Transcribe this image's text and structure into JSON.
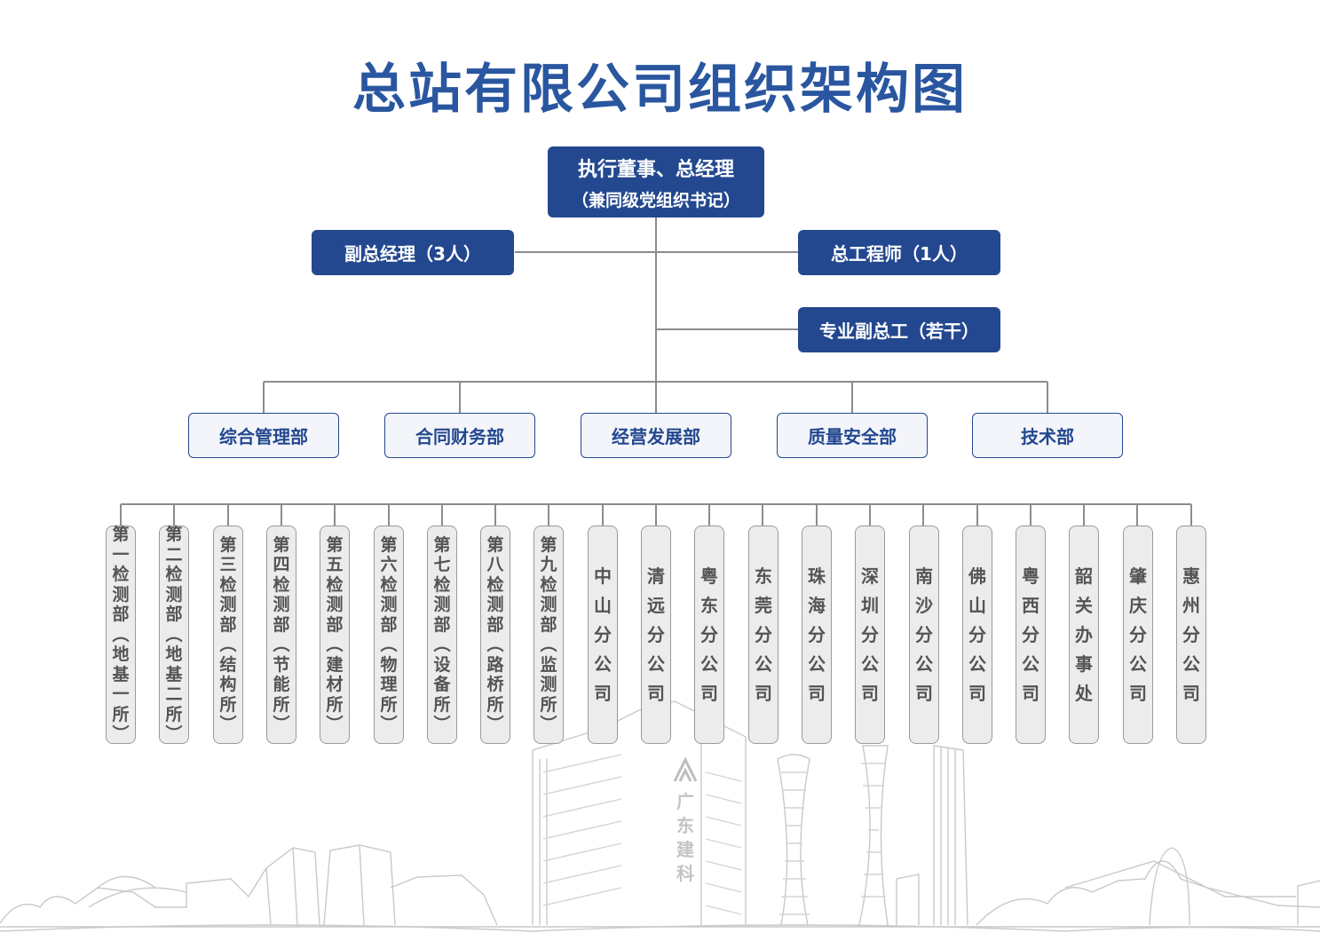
{
  "title": "总站有限公司组织架构图",
  "top": {
    "line1": "执行董事、总经理",
    "line2": "（兼同级党组织书记）"
  },
  "deputy_gm": "副总经理（3人）",
  "chief_engineer": "总工程师（1人）",
  "deputy_chief_engineers": "专业副总工（若干）",
  "departments": [
    "综合管理部",
    "合同财务部",
    "经营发展部",
    "质量安全部",
    "技术部"
  ],
  "units": [
    "第一检测部（地基一所）",
    "第二检测部（地基二所）",
    "第三检测部（结构所）",
    "第四检测部（节能所）",
    "第五检测部（建材所）",
    "第六检测部（物理所）",
    "第七检测部（设备所）",
    "第八检测部（路桥所）",
    "第九检测部（监测所）",
    "中山分公司",
    "清远分公司",
    "粤东分公司",
    "东莞分公司",
    "珠海分公司",
    "深圳分公司",
    "南沙分公司",
    "佛山分公司",
    "粤西分公司",
    "韶关办事处",
    "肇庆分公司",
    "惠州分公司"
  ],
  "watermark": "广东建科",
  "colors": {
    "primary": "#23488f",
    "title": "#2a56a0",
    "connector": "#8c8c8c",
    "unit_fill": "#ececec"
  }
}
